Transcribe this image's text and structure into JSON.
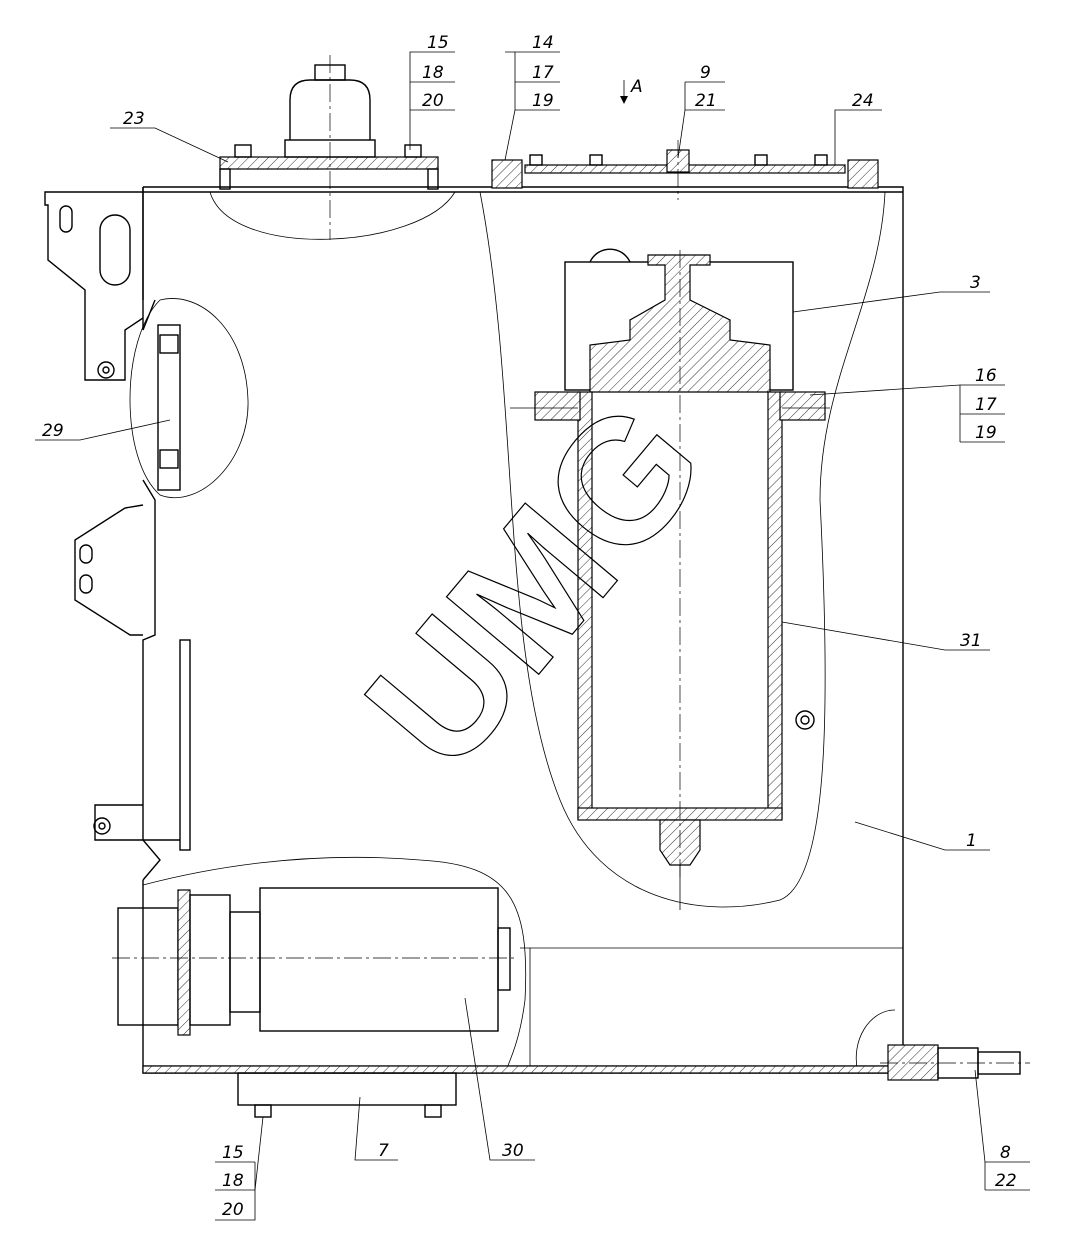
{
  "drawing": {
    "watermark": "UMG",
    "view_marker": "A",
    "callouts": {
      "top_left_stack": [
        "15",
        "18",
        "20"
      ],
      "top_mid_stack": [
        "14",
        "17",
        "19"
      ],
      "top_9_stack": [
        "9",
        "21"
      ],
      "c23": "23",
      "c24": "24",
      "c3": "3",
      "right_stack": [
        "16",
        "17",
        "19"
      ],
      "c29": "29",
      "c31": "31",
      "c1": "1",
      "c30": "30",
      "c7": "7",
      "bottom_stack": [
        "15",
        "18",
        "20"
      ],
      "bottom_right_stack": [
        "8",
        "22"
      ]
    }
  }
}
